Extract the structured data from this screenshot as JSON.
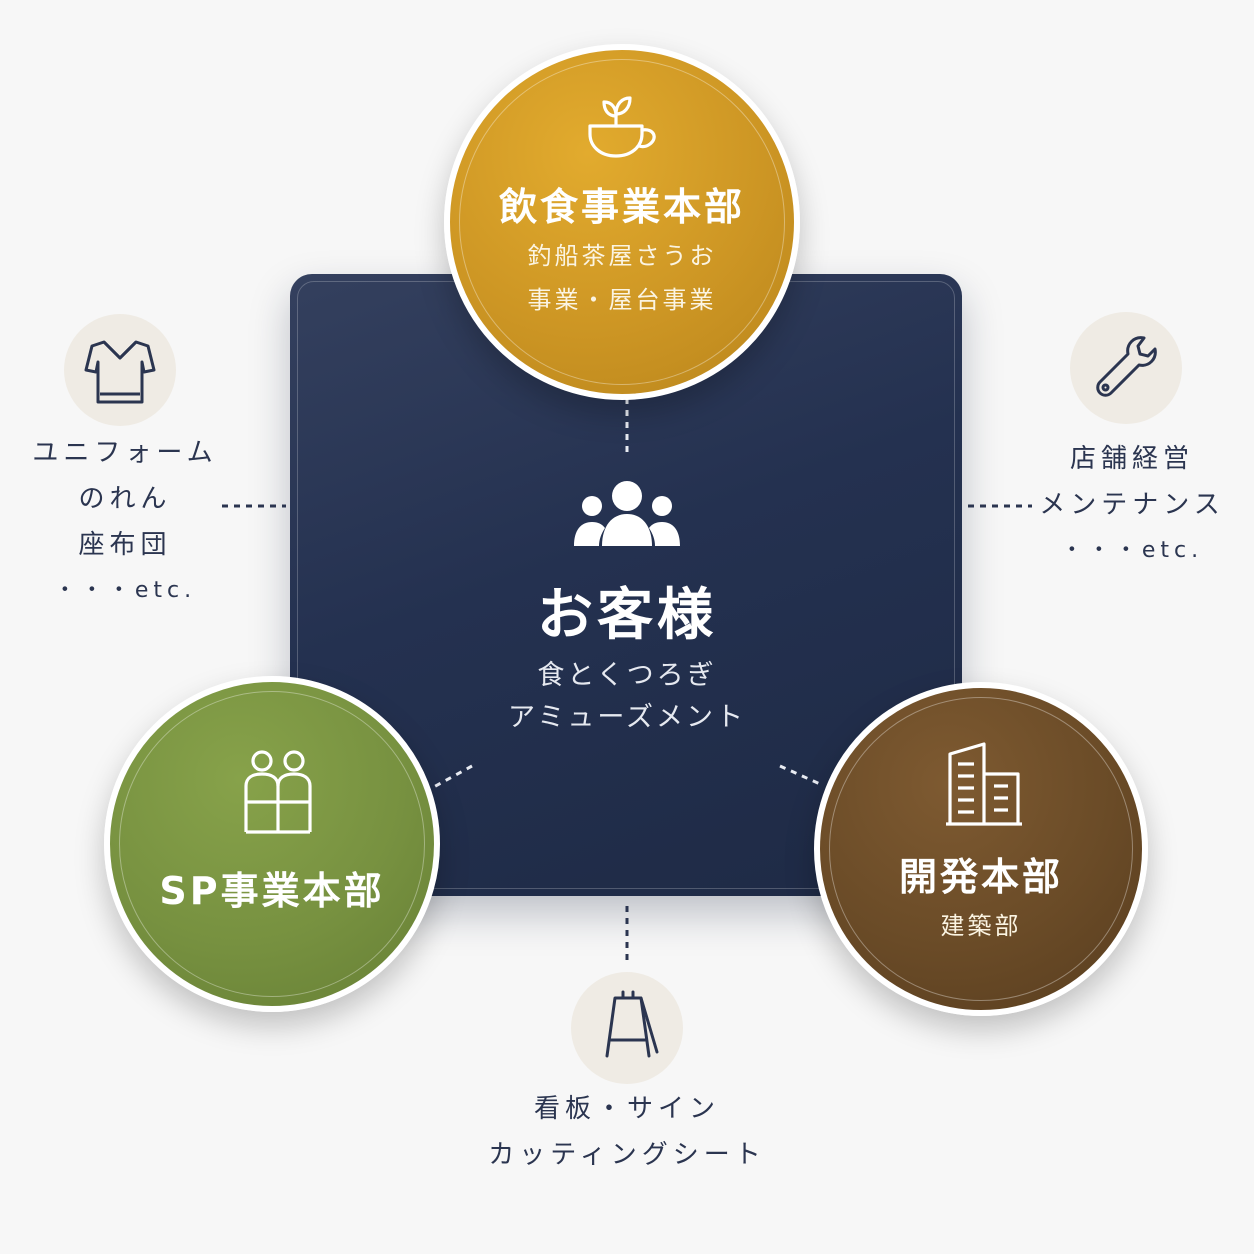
{
  "center": {
    "title": "お客様",
    "line1": "食とくつろぎ",
    "line2": "アミューズメント",
    "icon": "people-group-icon"
  },
  "divisions": {
    "food": {
      "title": "飲食事業本部",
      "line1": "釣船茶屋さうお",
      "line2": "事業・屋台事業",
      "color": "#cd9624",
      "icon": "teacup-sprout-icon"
    },
    "sp": {
      "title": "SP事業本部",
      "color": "#779140",
      "icon": "partnership-icon"
    },
    "dev": {
      "title": "開発本部",
      "line1": "建築部",
      "color": "#6a4b27",
      "icon": "building-icon"
    }
  },
  "services": {
    "uniform": {
      "icon": "shirt-icon",
      "lines": [
        "ユニフォーム",
        "のれん",
        "座布団",
        "・・・etc."
      ]
    },
    "store": {
      "icon": "wrench-icon",
      "lines": [
        "店舗経営",
        "メンテナンス",
        "・・・etc."
      ]
    },
    "sign": {
      "icon": "a-frame-sign-icon",
      "lines": [
        "看板・サイン",
        "カッティングシート"
      ]
    }
  },
  "colors": {
    "navy": "#243150",
    "badge_bg": "#efebe4",
    "page_bg": "#f7f7f7"
  }
}
